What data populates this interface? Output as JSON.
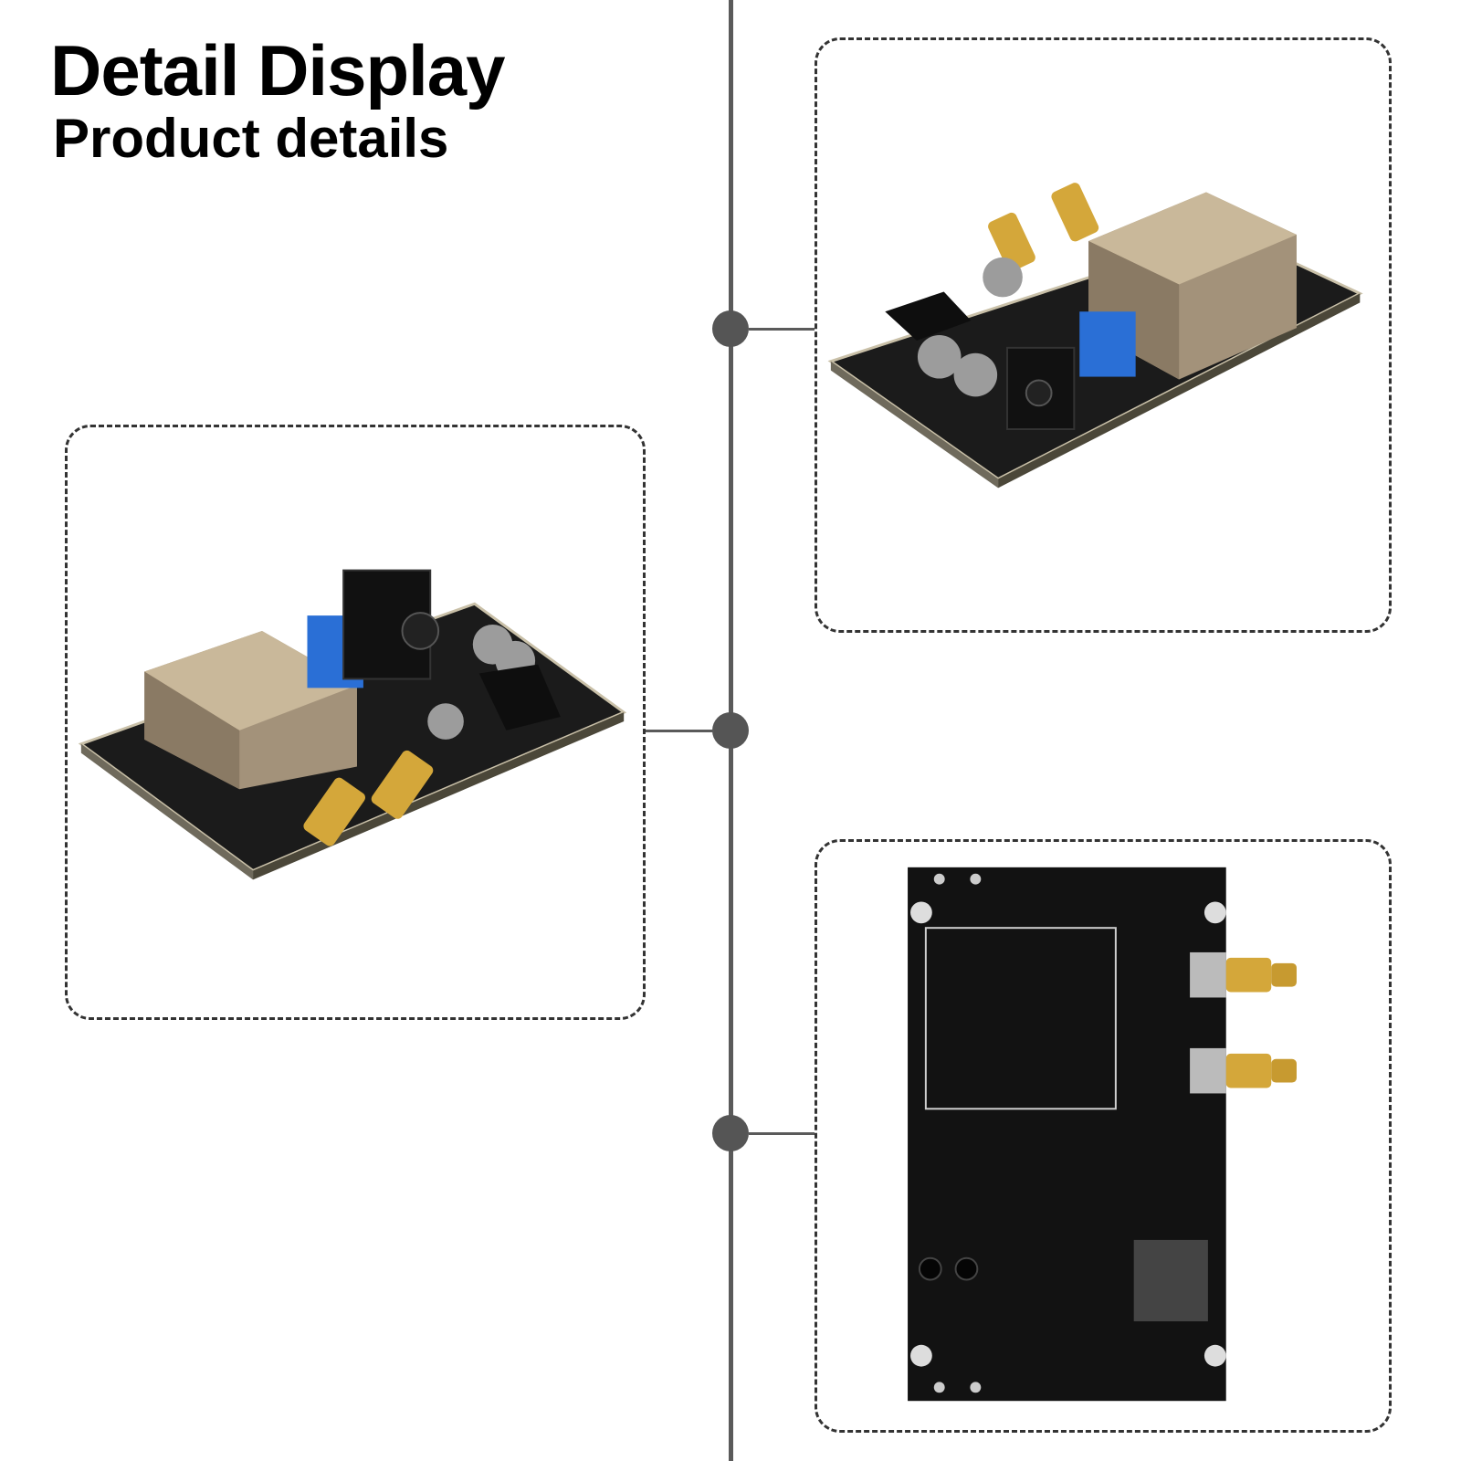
{
  "header": {
    "title": "Detail Display",
    "subtitle": "Product details"
  },
  "colors": {
    "timeline": "#5a5a5a",
    "dot": "#555555",
    "frame_border": "#333333",
    "pcb": "#1a1a1a",
    "metal_can": "#b9a88a",
    "sma_gold": "#d4a73a",
    "trimmer_blue": "#2a6fd6"
  },
  "images": [
    {
      "name": "board-angled-front",
      "icon": "pcb-board-photo"
    },
    {
      "name": "board-angled-left",
      "icon": "pcb-board-photo"
    },
    {
      "name": "board-bottom-view",
      "icon": "pcb-board-photo"
    }
  ]
}
